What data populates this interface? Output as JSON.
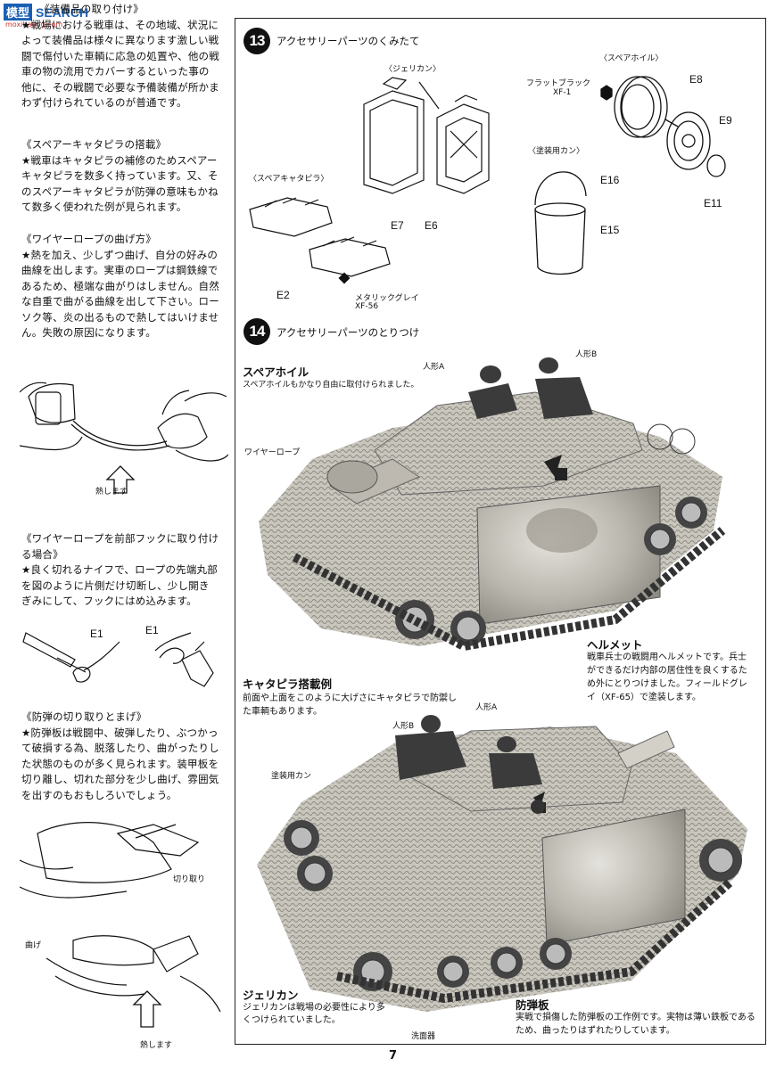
{
  "watermark": {
    "brand": "SEARCH",
    "badge": "模型",
    "url": "moxihaung.com"
  },
  "left": {
    "sections": [
      {
        "id": "s1",
        "title": "《装備品の取り付け》",
        "body": "★戦場における戦車は、その地域、状況によって装備品は様々に異なります激しい戦闘で傷付いた車輌に応急の処置や、他の戦車の物の流用でカバーするといった事の他に、その戦闘で必要な予備装備が所かまわず付けられているのが普通です。"
      },
      {
        "id": "s2",
        "title": "《スペアーキャタピラの搭載》",
        "body": "★戦車はキャタピラの補修のためスペアーキャタピラを数多く持っています。又、そのスペアーキャタピラが防弾の意味もかねて数多く使われた例が見られます。"
      },
      {
        "id": "s3",
        "title": "《ワイヤーロープの曲げ方》",
        "body": "★熱を加え、少しずつ曲げ、自分の好みの曲線を出します。実車のロープは鋼鉄線であるため、極端な曲がりはしません。自然な自重で曲がる曲線を出して下さい。ローソク等、炎の出るもので熱してはいけません。失敗の原因になります。"
      },
      {
        "id": "s4",
        "title": "《ワイヤーロープを前部フックに取り付ける場合》",
        "body": "★良く切れるナイフで、ロープの先端丸部を図のように片側だけ切断し、少し開きぎみにして、フックにはめ込みます。"
      },
      {
        "id": "s5",
        "title": "《防弾の切り取りとまげ》",
        "body": "★防弾板は戦闘中、破弾したり、ぶつかって破損する為、脱落したり、曲がったりした状態のものが多く見られます。装甲板を切り離し、切れた部分を少し曲げ、雰囲気を出すのもおもしろいでしょう。"
      }
    ],
    "fig_labels": {
      "heat1": "熱します",
      "e1a": "E1",
      "e1b": "E1",
      "cut": "切り取り",
      "bend": "曲げ",
      "heat2": "熱します"
    }
  },
  "step13": {
    "number": "13",
    "title": "アクセサリーパーツのくみたて",
    "jerrycan": "〈ジェリカン〉",
    "spare_wheel": "〈スペアホイル〉",
    "spare_track": "〈スペアキャタピラ〉",
    "paint_can": "〈塗装用カン〉",
    "flat_black": "フラットブラック",
    "xf1": "XF-1",
    "metallic_grey": "メタリックグレイ",
    "xf56": "XF-56",
    "parts": {
      "e6": "E6",
      "e7": "E7",
      "e8": "E8",
      "e9": "E9",
      "e11": "E11",
      "e16": "E16",
      "e15": "E15",
      "e2": "E2"
    }
  },
  "step14": {
    "number": "14",
    "title": "アクセサリーパーツのとりつけ",
    "photo1": {
      "spare_wheel_title": "スペアホイル",
      "spare_wheel_body": "スペアホイルもかなり自由に取付けられました。",
      "wire_rope": "ワイヤーロープ",
      "figA": "人形A",
      "figB": "人形B",
      "helmet_title": "ヘルメット",
      "helmet_body": "戦車兵士の戦闘用ヘルメットです。兵士ができるだけ内部の居住性を良くするため外にとりつけました。フィールドグレイ（XF-65）で塗装します。",
      "track_title": "キャタピラ搭載例",
      "track_body": "前面や上面をこのように大げさにキャタピラで防禦した車輌もあります。"
    },
    "photo2": {
      "figB": "人形B",
      "figA": "人形A",
      "paint_can": "塗装用カン",
      "jerrycan_title": "ジェリカン",
      "jerrycan_body": "ジェリカンは戦場の必要性により多くつけられていました。",
      "basin": "洗面器",
      "armor_title": "防弾板",
      "armor_body": "実戦で損傷した防弾板の工作例です。実物は薄い鉄板であるため、曲ったりはずれたりしています。"
    }
  },
  "page_number": "7"
}
